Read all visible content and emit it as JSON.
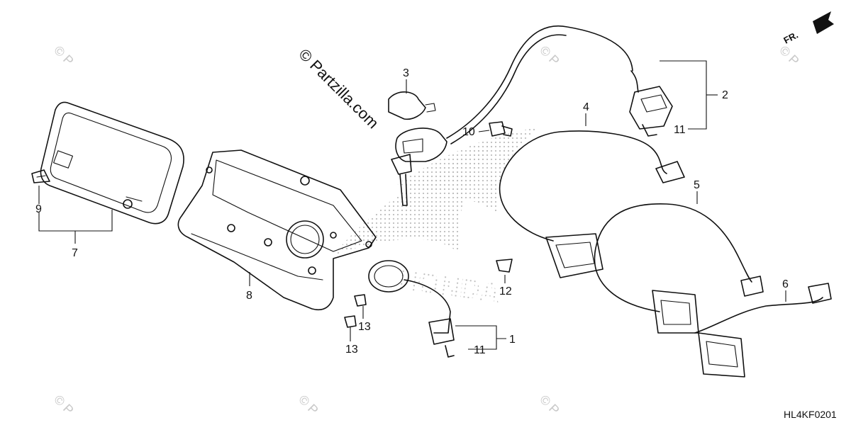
{
  "watermark": {
    "text": "© Partzilla.com",
    "mark": "© P"
  },
  "orientation": {
    "label": "FR."
  },
  "diagram_code": "HL4KF0201",
  "callouts": {
    "c1": "1",
    "c2": "2",
    "c3": "3",
    "c4": "4",
    "c5": "5",
    "c6": "6",
    "c7": "7",
    "c8": "8",
    "c9": "9",
    "c10": "10",
    "c11a": "11",
    "c11b": "11",
    "c12": "12",
    "c13a": "13",
    "c13b": "13"
  },
  "logo": {
    "text": "HONDA"
  },
  "colors": {
    "ink": "#111111",
    "watermark": "#c9c9c9",
    "logo_dots": "#bdbdbd"
  },
  "icons": [
    "fr-arrow-icon",
    "honda-wing-logo"
  ]
}
